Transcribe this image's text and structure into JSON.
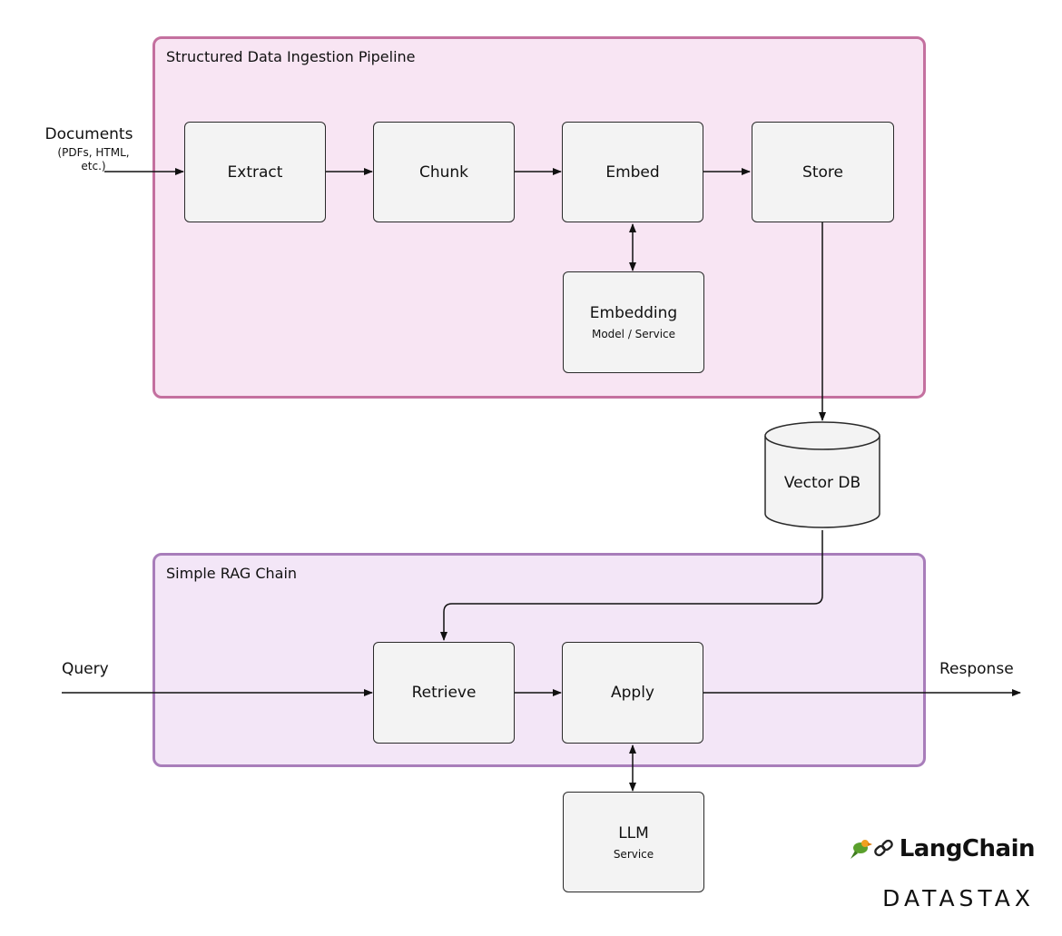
{
  "groups": {
    "ingestion": {
      "title": "Structured Data Ingestion Pipeline"
    },
    "rag": {
      "title": "Simple RAG Chain"
    }
  },
  "inputs": {
    "documents": {
      "label": "Documents",
      "sub": "(PDFs, HTML,\netc.)"
    },
    "query": {
      "label": "Query"
    }
  },
  "outputs": {
    "response": {
      "label": "Response"
    }
  },
  "nodes": {
    "extract": {
      "label": "Extract"
    },
    "chunk": {
      "label": "Chunk"
    },
    "embed": {
      "label": "Embed"
    },
    "store": {
      "label": "Store"
    },
    "embedding": {
      "label": "Embedding",
      "sub": "Model / Service"
    },
    "vector_db": {
      "label": "Vector DB"
    },
    "retrieve": {
      "label": "Retrieve"
    },
    "apply": {
      "label": "Apply"
    },
    "llm": {
      "label": "LLM",
      "sub": "Service"
    }
  },
  "logos": {
    "langchain": "LangChain",
    "datastax": "DATASTAX"
  },
  "colors": {
    "ingestion_fill": "#f8e5f3",
    "ingestion_border": "#c4709f",
    "rag_fill": "#f3e6f7",
    "rag_border": "#a87dba",
    "node_fill": "#f3f3f3"
  }
}
